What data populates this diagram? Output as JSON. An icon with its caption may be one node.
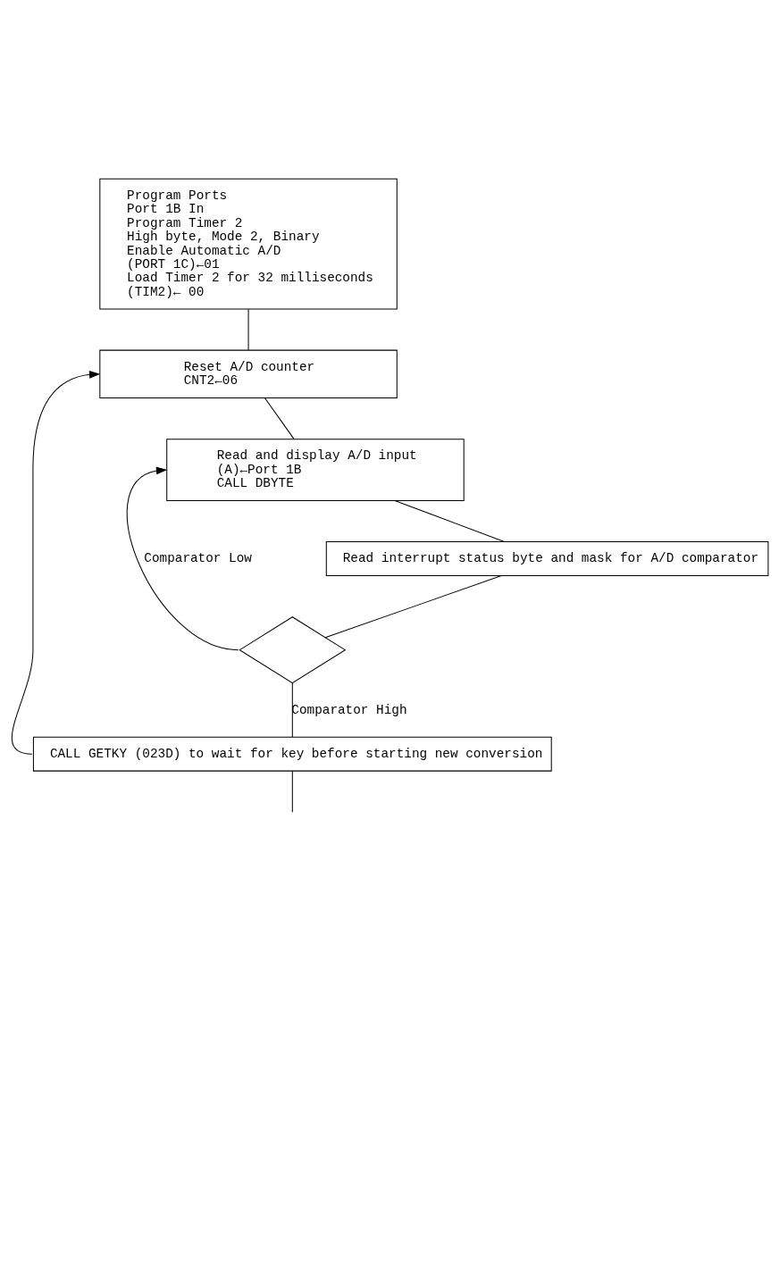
{
  "diagram": {
    "nodes": [
      {
        "text": [
          "Program Ports",
          "Port 1B In",
          "Program Timer 2",
          "High byte, Mode 2, Binary",
          "Enable Automatic A/D",
          "(PORT 1C)←01",
          "Load Timer 2 for 32 milliseconds",
          "(TIM2)← 00"
        ]
      },
      {
        "text": [
          "Reset A/D counter",
          "CNT2←06"
        ]
      },
      {
        "text": [
          "Read and display A/D input",
          "(A)←Port 1B",
          "CALL DBYTE"
        ]
      },
      {
        "text": [
          "Read interrupt status byte and mask for A/D comparator"
        ]
      },
      {
        "text": [],
        "shape": "diamond"
      },
      {
        "text": [
          "CALL GETKY (023D) to wait for key before starting new conversion"
        ]
      }
    ],
    "edges": [
      {
        "from": 0,
        "to": 1,
        "arrow": "none"
      },
      {
        "from": 5,
        "to": 1,
        "arrow": "to"
      },
      {
        "from": 1,
        "to": 2,
        "arrow": "none"
      },
      {
        "from": 4,
        "to": 2,
        "arrow": "to",
        "label": "Comparator Low"
      },
      {
        "from": 2,
        "to": 3,
        "arrow": "none"
      },
      {
        "from": 3,
        "to": 4,
        "arrow": "none"
      },
      {
        "from": 4,
        "to": 5,
        "arrow": "none",
        "label": "Comparator High"
      },
      {
        "from": 5,
        "to": null,
        "arrow": "none"
      }
    ]
  }
}
